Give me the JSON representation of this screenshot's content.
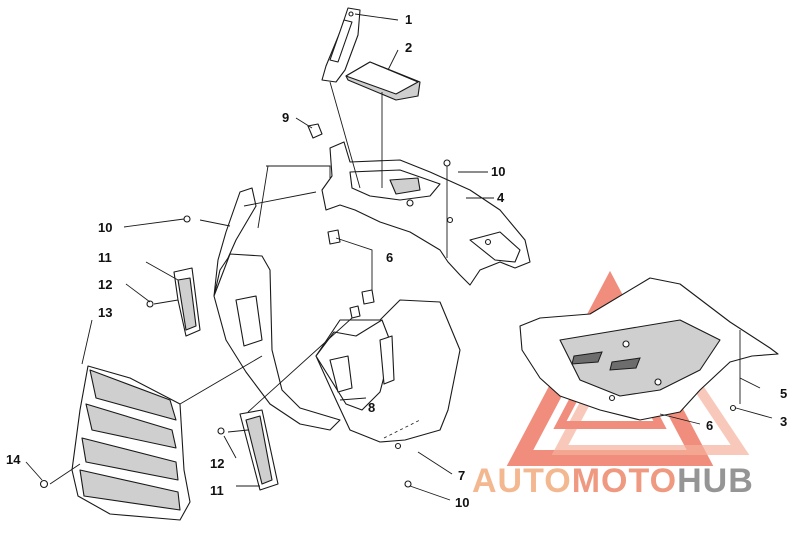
{
  "callouts": {
    "c1": "1",
    "c2": "2",
    "c3": "3",
    "c4": "4",
    "c5": "5",
    "c6a": "6",
    "c6b": "6",
    "c7": "7",
    "c8": "8",
    "c9": "9",
    "c10a": "10",
    "c10b": "10",
    "c10c": "10",
    "c11a": "11",
    "c11b": "11",
    "c12a": "12",
    "c12b": "12",
    "c13": "13",
    "c14": "14"
  },
  "watermark": {
    "text_part1": "AUTO",
    "text_part2": "MOTO",
    "text_part3": "HUB",
    "color_primary": "#f0a07a",
    "color_secondary": "#f2b184",
    "color_dark": "#8a8a8a"
  }
}
